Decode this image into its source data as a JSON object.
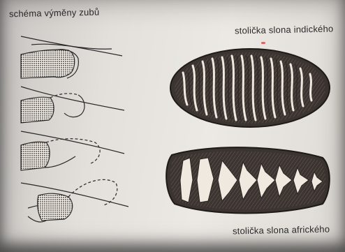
{
  "labels": {
    "scheme_title": "schéma výměny zubů",
    "indian_molar": "stolička slona indického",
    "african_molar": "stolička slona afrického"
  },
  "colors": {
    "paper": "#e6e3de",
    "ink": "#2a2a2a",
    "tooth_dark": "#3a3330",
    "tooth_light": "#efe9e0"
  }
}
